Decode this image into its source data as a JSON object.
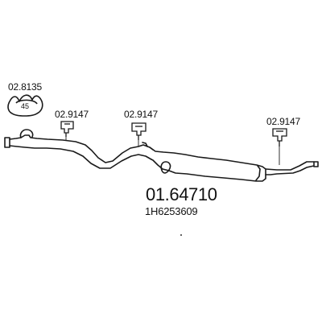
{
  "diagram": {
    "clamp_code": "02.8135",
    "clamp_size": "45",
    "hanger_codes": [
      "02.9147",
      "02.9147",
      "02.9147"
    ],
    "main_part_number": "01.64710",
    "oem_number": "1H6253609",
    "colors": {
      "line": "#1a1a1a",
      "background": "#ffffff"
    }
  }
}
